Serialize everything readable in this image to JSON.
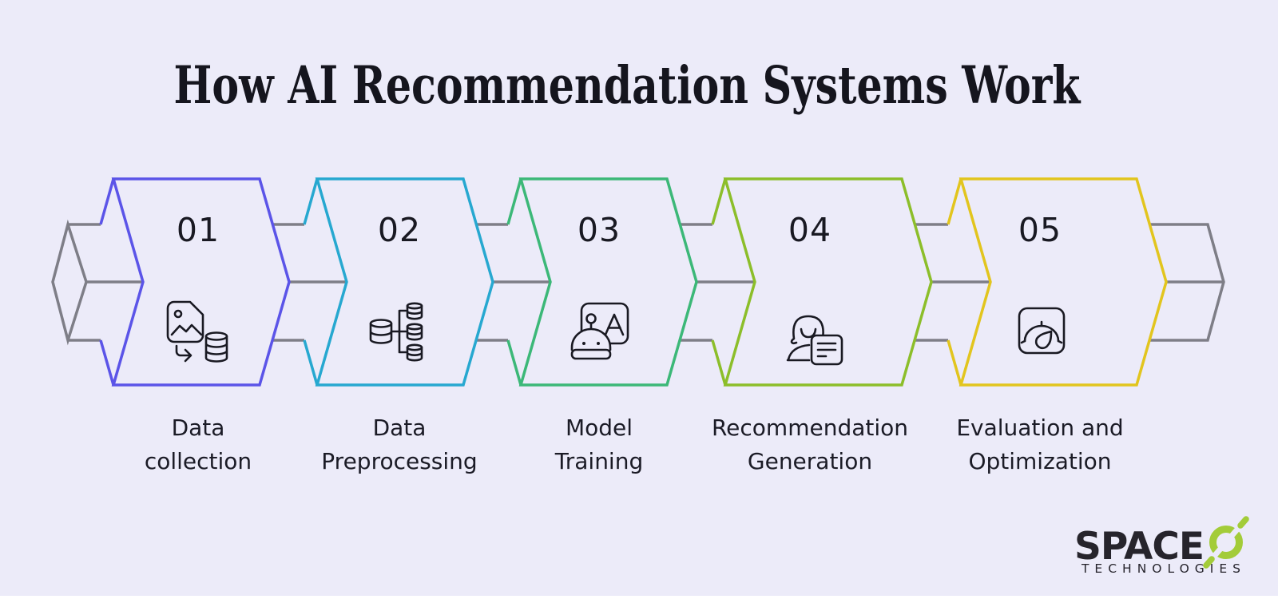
{
  "title": "How AI Recommendation Systems Work",
  "colors": {
    "background": "#ECEBF9",
    "connector": "#7E7E87",
    "ink": "#191922",
    "text": "#1B1B26",
    "title": "#15151E",
    "logo_green": "#A3CC39",
    "logo_text": "#26242C"
  },
  "steps": [
    {
      "number": "01",
      "label_line1": "Data",
      "label_line2": "collection",
      "color": "#5B54E8",
      "icon": "image-to-database-icon"
    },
    {
      "number": "02",
      "label_line1": "Data",
      "label_line2": "Preprocessing",
      "color": "#27A8D0",
      "icon": "database-split-icon"
    },
    {
      "number": "03",
      "label_line1": "Model",
      "label_line2": "Training",
      "color": "#3CB878",
      "icon": "robot-screen-icon"
    },
    {
      "number": "04",
      "label_line1": "Recommendation",
      "label_line2": "Generation",
      "color": "#8CBE2A",
      "icon": "agent-list-icon"
    },
    {
      "number": "05",
      "label_line1": "Evaluation and",
      "label_line2": "Optimization",
      "color": "#E2C51E",
      "icon": "gauge-icon"
    }
  ],
  "logo": {
    "brand": "SPACE",
    "suffix": "TECHNOLOGIES"
  }
}
